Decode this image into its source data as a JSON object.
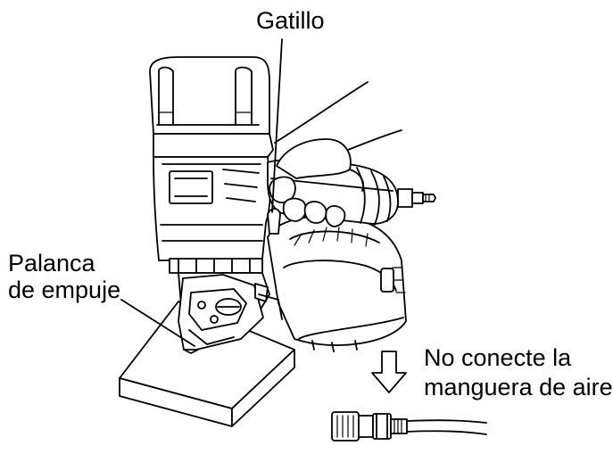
{
  "labels": {
    "trigger": "Gatillo",
    "push_lever_line1": "Palanca",
    "push_lever_line2": "de empuje",
    "warning_line1": "No conecte la",
    "warning_line2": "manguera de aire"
  }
}
